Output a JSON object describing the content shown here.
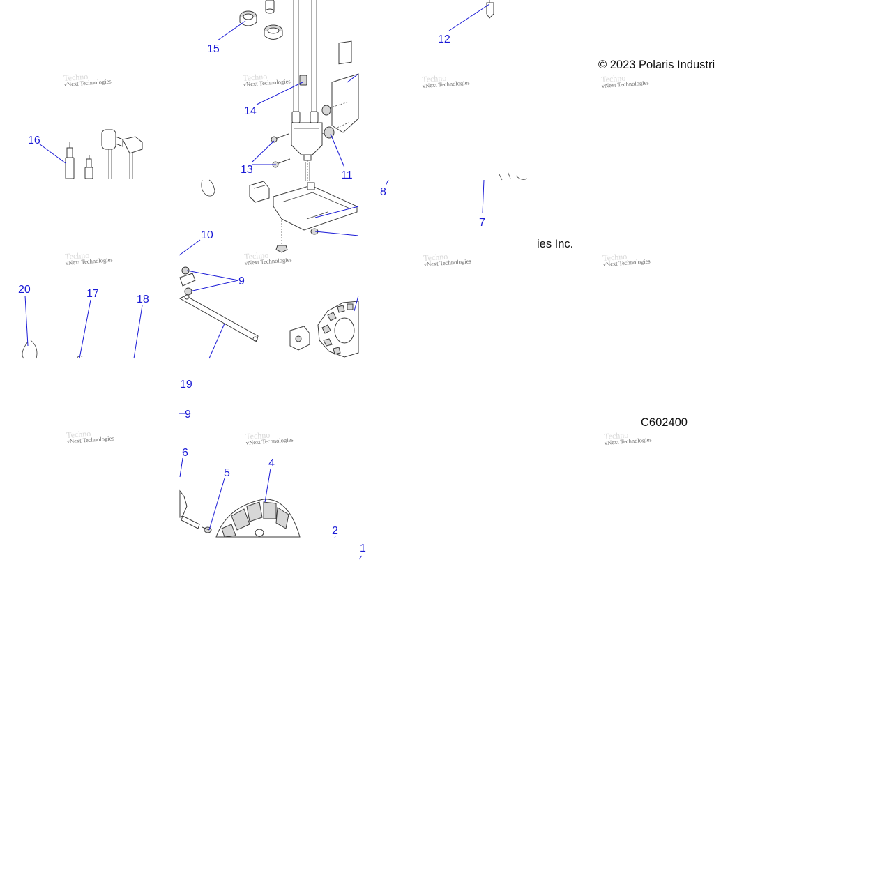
{
  "copyright_fragment_top": "© 2023 Polaris Industri",
  "copyright_fragment_mid": "ies Inc.",
  "diagram_code": "C602400",
  "watermark": {
    "text": "vNext Technologies"
  },
  "callouts": [
    {
      "id": "c1",
      "label": "1"
    },
    {
      "id": "c2",
      "label": "2"
    },
    {
      "id": "c4",
      "label": "4"
    },
    {
      "id": "c5",
      "label": "5"
    },
    {
      "id": "c6",
      "label": "6"
    },
    {
      "id": "c7",
      "label": "7"
    },
    {
      "id": "c8",
      "label": "8"
    },
    {
      "id": "c9a",
      "label": "9"
    },
    {
      "id": "c9b",
      "label": "9"
    },
    {
      "id": "c10",
      "label": "10"
    },
    {
      "id": "c11",
      "label": "11"
    },
    {
      "id": "c12",
      "label": "12"
    },
    {
      "id": "c13",
      "label": "13"
    },
    {
      "id": "c14",
      "label": "14"
    },
    {
      "id": "c15",
      "label": "15"
    },
    {
      "id": "c16",
      "label": "16"
    },
    {
      "id": "c17",
      "label": "17"
    },
    {
      "id": "c18",
      "label": "18"
    },
    {
      "id": "c19",
      "label": "19"
    },
    {
      "id": "c20",
      "label": "20"
    }
  ],
  "colors": {
    "callout": "#1a1ad6",
    "line_art": "#3a3a3a",
    "watermark": "#6c6c6c",
    "background": "#ffffff"
  }
}
